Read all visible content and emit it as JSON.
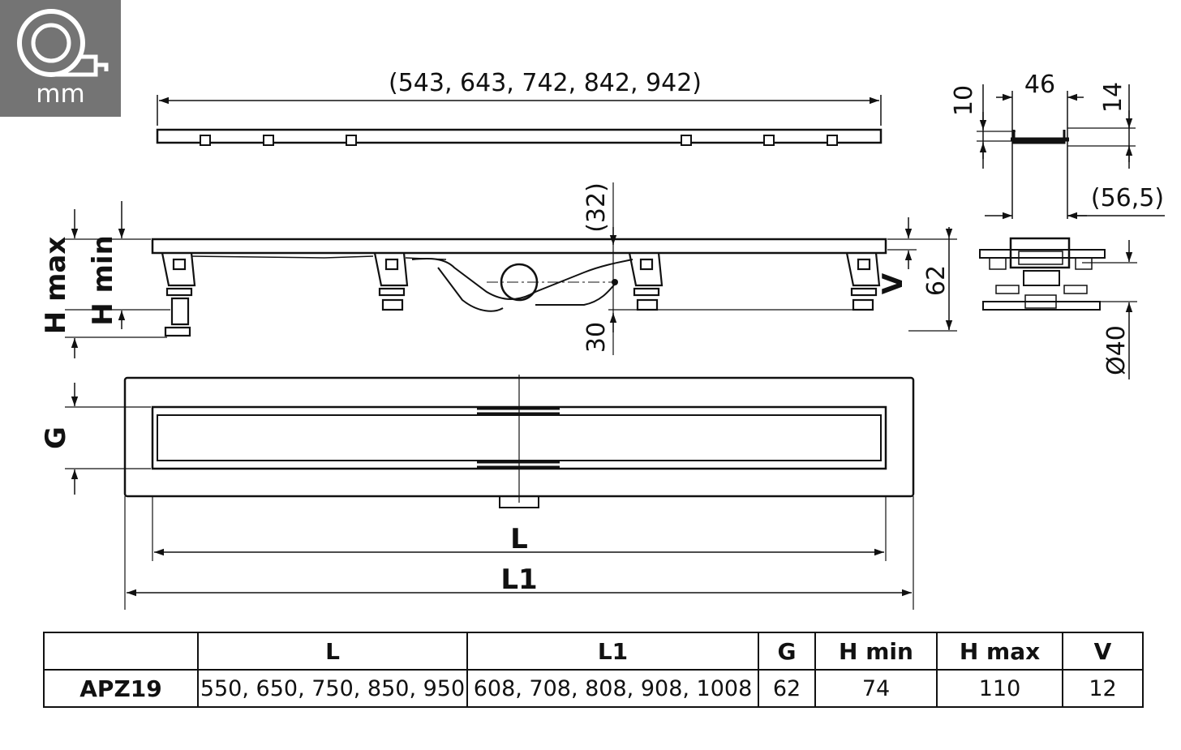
{
  "unit": {
    "label": "mm",
    "icon": "tape-measure-icon"
  },
  "top_view": {
    "length_options": "(543, 643, 742, 842, 942)"
  },
  "profile": {
    "width": "46",
    "left_height": "10",
    "right_height": "14",
    "outer_width": "(56,5)"
  },
  "side_view": {
    "outlet_top": "(32)",
    "outlet_bottom": "30",
    "h_max": "H max",
    "h_min": "H min",
    "v": "V",
    "body_height": "62"
  },
  "end_view": {
    "outlet_diameter": "Ø40"
  },
  "plan_view": {
    "g": "G",
    "l": "L",
    "l1": "L1"
  },
  "table": {
    "headers": [
      "",
      "L",
      "L1",
      "G",
      "H min",
      "H max",
      "V"
    ],
    "rows": [
      [
        "APZ19",
        "550, 650, 750, 850, 950",
        "608, 708, 808, 908, 1008",
        "62",
        "74",
        "110",
        "12"
      ]
    ]
  },
  "colors": {
    "line": "#111111",
    "badge": "#747474"
  }
}
